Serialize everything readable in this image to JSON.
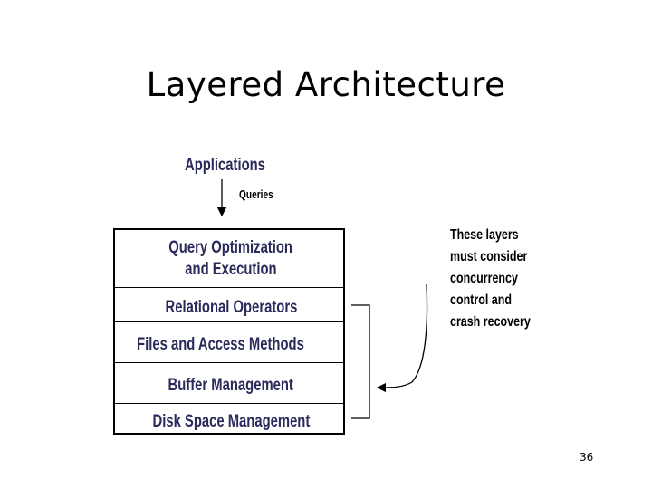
{
  "slide": {
    "title": "Layered Architecture",
    "applications_label": "Applications",
    "queries_label": "Queries",
    "layers": [
      {
        "lines": [
          "Query Optimization",
          "and Execution"
        ]
      },
      {
        "lines": [
          "Relational Operators"
        ]
      },
      {
        "lines": [
          "Files and Access Methods"
        ]
      },
      {
        "lines": [
          "Buffer Management"
        ]
      },
      {
        "lines": [
          "Disk Space Management"
        ]
      }
    ],
    "note": "These layers\nmust consider\nconcurrency\ncontrol and\ncrash recovery",
    "page_number": "36"
  }
}
